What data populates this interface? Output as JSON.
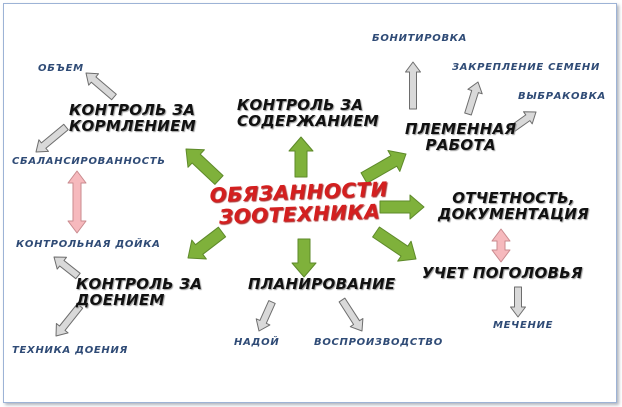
{
  "center": {
    "line1": "ОБЯЗАННОСТИ",
    "line2": "ЗООТЕХНИКА"
  },
  "feeding": {
    "line1": "КОНТРОЛЬ ЗА",
    "line2": "КОРМЛЕНИЕМ"
  },
  "housing": {
    "line1": "КОНТРОЛЬ ЗА",
    "line2": "СОДЕРЖАНИЕМ"
  },
  "breeding": {
    "line1": "ПЛЕМЕННАЯ",
    "line2": "РАБОТА"
  },
  "reporting": {
    "line1": "ОТЧЕТНОСТЬ,",
    "line2": "ДОКУМЕНТАЦИЯ"
  },
  "headcount": {
    "label": "УЧЕТ ПОГОЛОВЬЯ"
  },
  "planning": {
    "label": "ПЛАНИРОВАНИЕ"
  },
  "milking": {
    "line1": "КОНТРОЛЬ ЗА",
    "line2": "ДОЕНИЕМ"
  },
  "sub": {
    "volume": "ОБЪЕМ",
    "balance": "СБАЛАНСИРОВАННОСТЬ",
    "control_milking": "КОНТРОЛЬНАЯ ДОЙКА",
    "milking_technique": "ТЕХНИКА ДОЕНИЯ",
    "yield": "НАДОЙ",
    "reproduction": "ВОСПРОИЗВОДСТВО",
    "grading": "БОНИТИРОВКА",
    "sire_assignment": "ЗАКРЕПЛЕНИЕ СЕМЕНИ",
    "culling": "ВЫБРАКОВКА",
    "marking": "МЕЧЕНИЕ"
  },
  "colors": {
    "green": "#7fb13b",
    "gray": "#d9d9d9",
    "pink": "#f6b9bd",
    "center_text": "#d41f1f",
    "sub_text": "#2f4b76"
  }
}
